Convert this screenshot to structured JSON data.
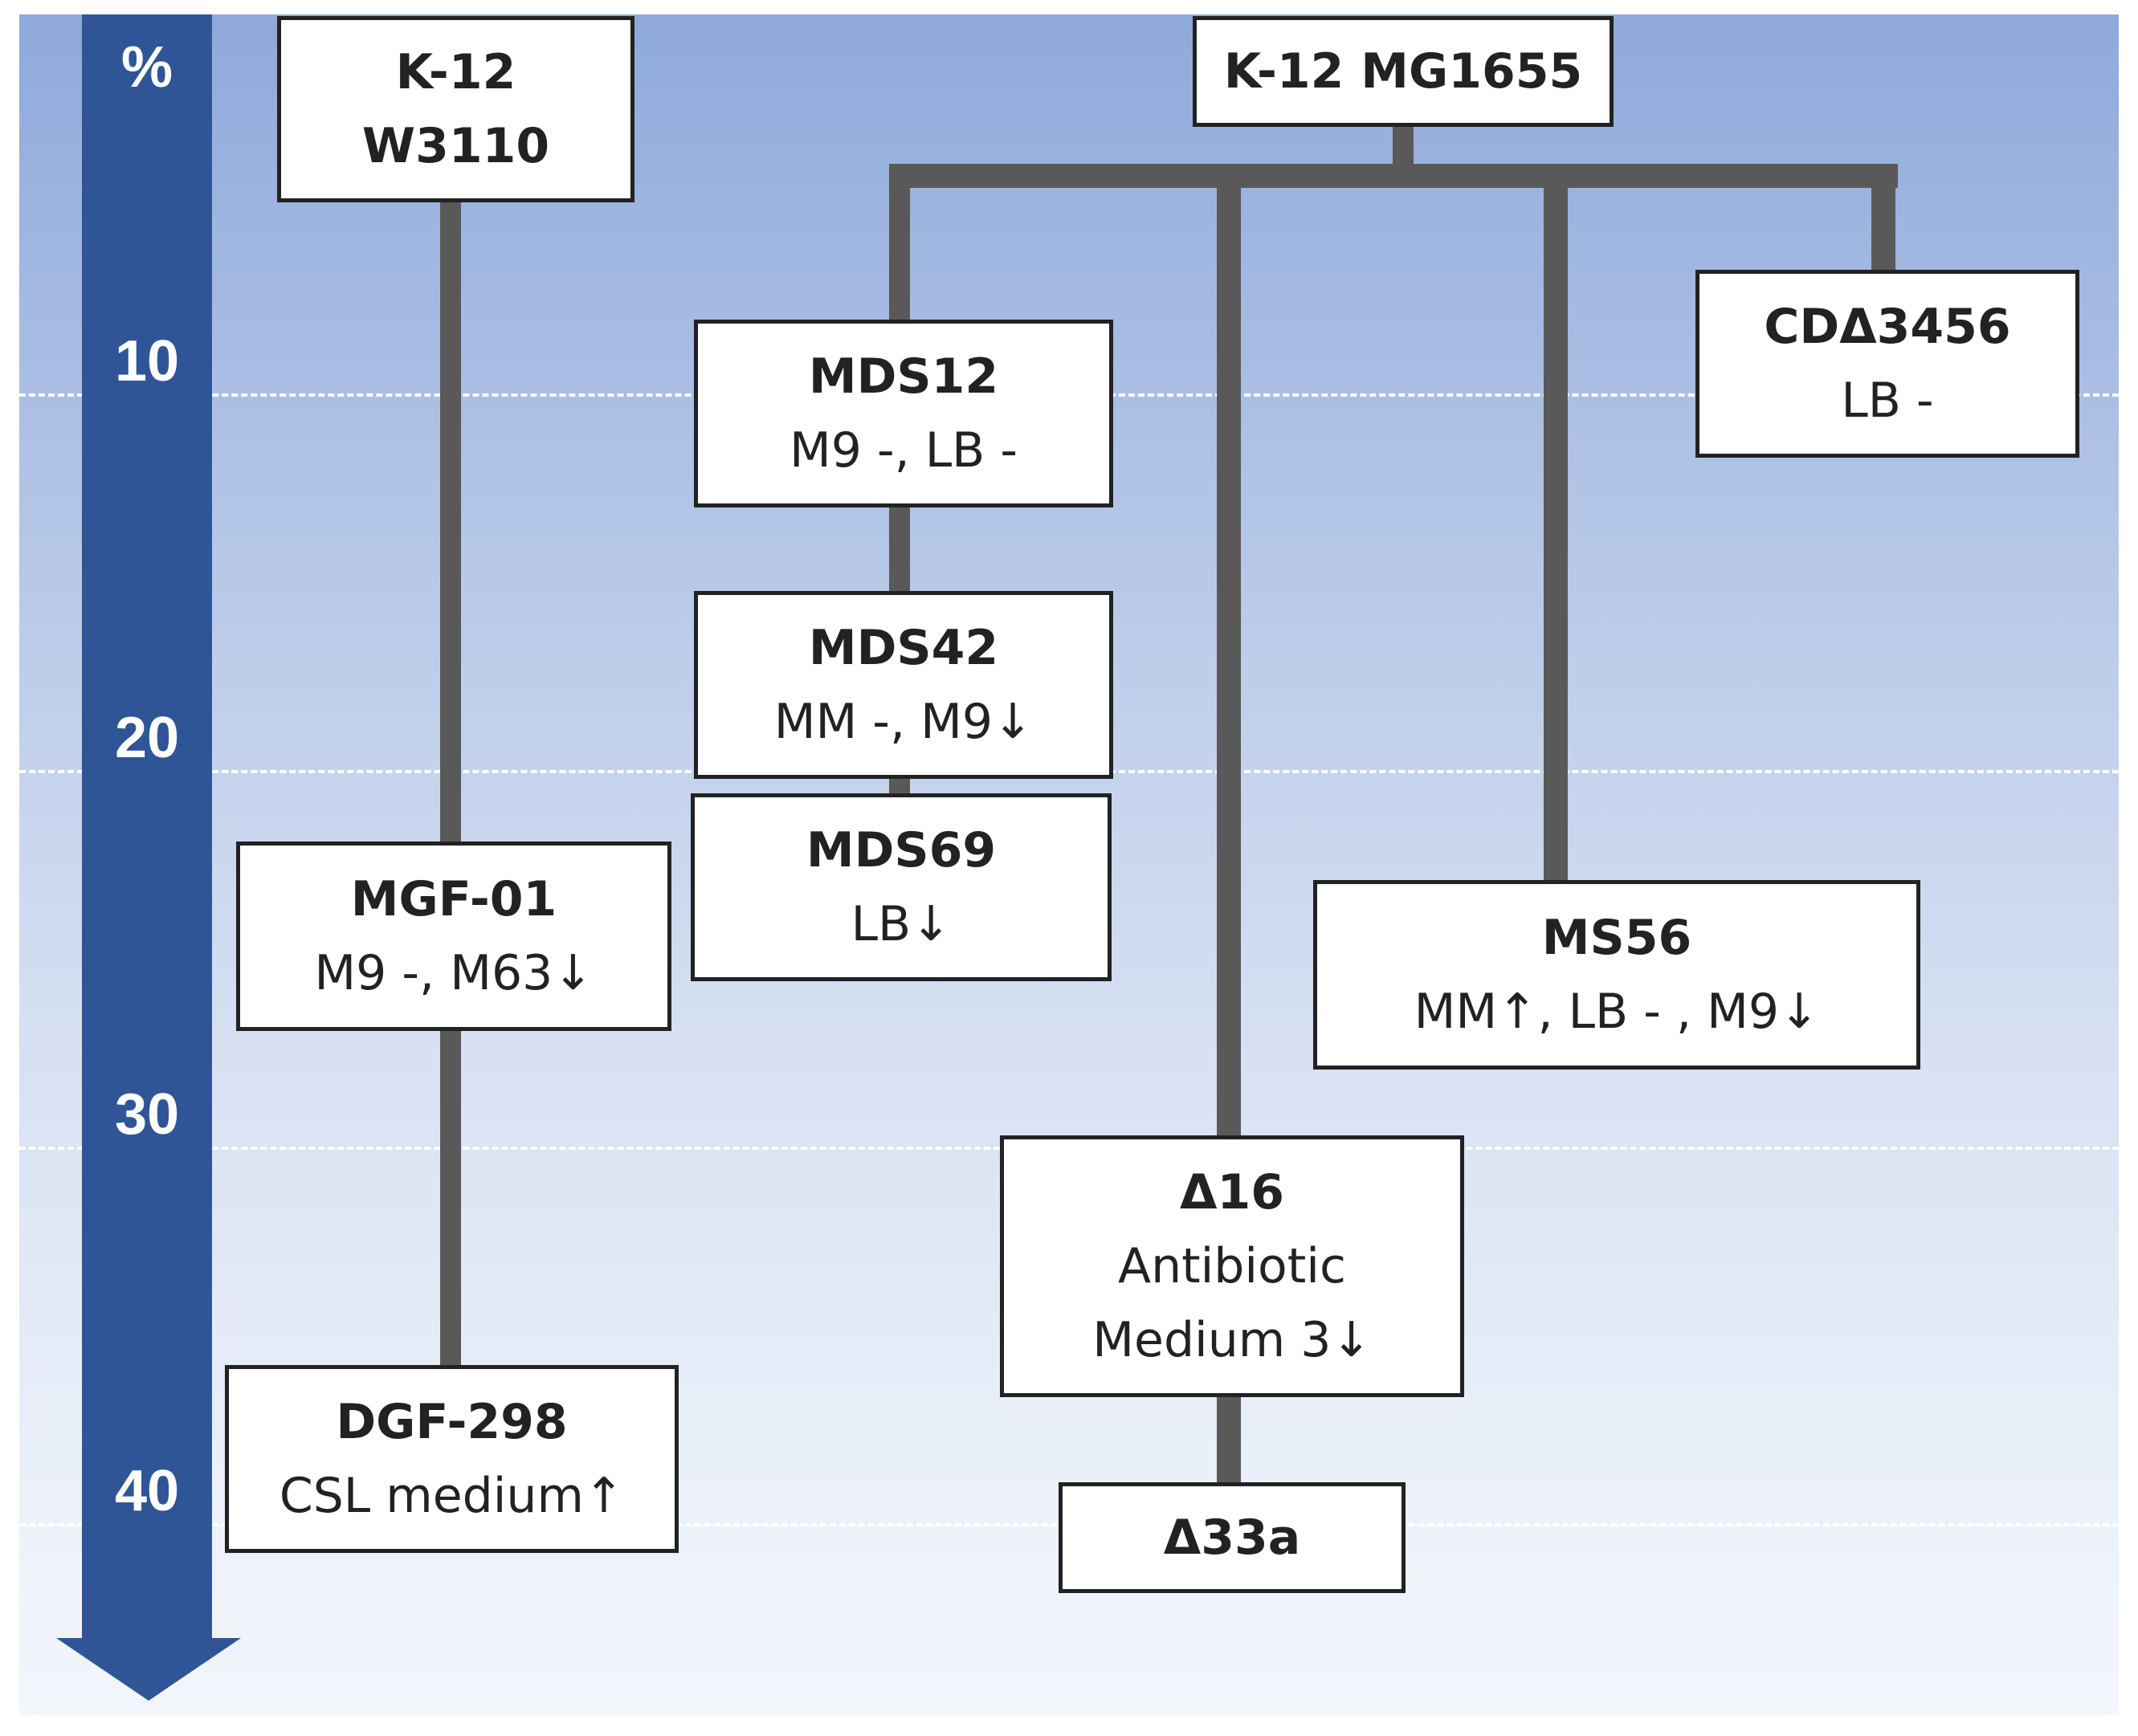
{
  "depth_axis": {
    "unit_label": "%",
    "ticks": [
      "10",
      "20",
      "30",
      "40"
    ],
    "color": "#2f5597"
  },
  "strains": {
    "w3110": {
      "line1": "K-12",
      "line2": "W3110"
    },
    "mg1655": {
      "name": "K-12 MG1655"
    },
    "mds12": {
      "name": "MDS12",
      "note": "M9 -, LB -"
    },
    "mds42": {
      "name": "MDS42",
      "note": "MM -, M9↓"
    },
    "mds69": {
      "name": "MDS69",
      "note": "LB↓"
    },
    "mgf01": {
      "name": "MGF-01",
      "note": "M9 -, M63↓"
    },
    "dgf298": {
      "name": "DGF-298",
      "note": "CSL medium↑"
    },
    "cd3456": {
      "name": "CDΔ3456",
      "note": "LB -"
    },
    "ms56": {
      "name": "MS56",
      "note": "MM↑, LB - , M9↓"
    },
    "d16": {
      "name": "Δ16",
      "note1": "Antibiotic",
      "note2": "Medium 3↓"
    },
    "d33a": {
      "name": "Δ33a"
    }
  },
  "colors": {
    "connector": "#595959",
    "box_border": "#222222",
    "gradient_top": "#8ea9db",
    "gradient_bottom": "#f3f6fb"
  }
}
